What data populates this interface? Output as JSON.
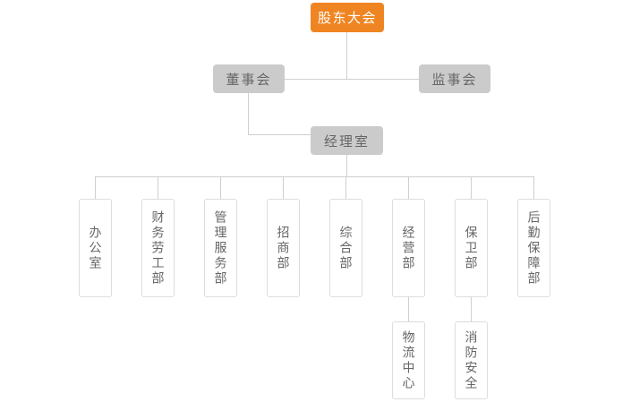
{
  "diagram": {
    "type": "org-chart",
    "colors": {
      "root_bg": "#ef8522",
      "root_text": "#ffffff",
      "level2_bg": "#cbcbcb",
      "level2_text": "#666666",
      "dept_bg": "#ffffff",
      "dept_border": "#dddddd",
      "dept_text": "#666666",
      "connector": "#cfcfcf",
      "page_bg": "#ffffff"
    },
    "root": {
      "label": "股东大会"
    },
    "level2": [
      {
        "label": "董事会"
      },
      {
        "label": "监事会"
      }
    ],
    "level3": {
      "label": "经理室"
    },
    "departments": [
      {
        "label": "办公室"
      },
      {
        "label": "财务劳工部"
      },
      {
        "label": "管理服务部"
      },
      {
        "label": "招商部"
      },
      {
        "label": "综合部"
      },
      {
        "label": "经营部",
        "child": "物流中心"
      },
      {
        "label": "保卫部",
        "child": "消防安全"
      },
      {
        "label": "后勤保障部"
      }
    ],
    "subnodes": [
      {
        "label": "物流中心",
        "parent": "经营部"
      },
      {
        "label": "消防安全",
        "parent": "保卫部"
      }
    ]
  }
}
